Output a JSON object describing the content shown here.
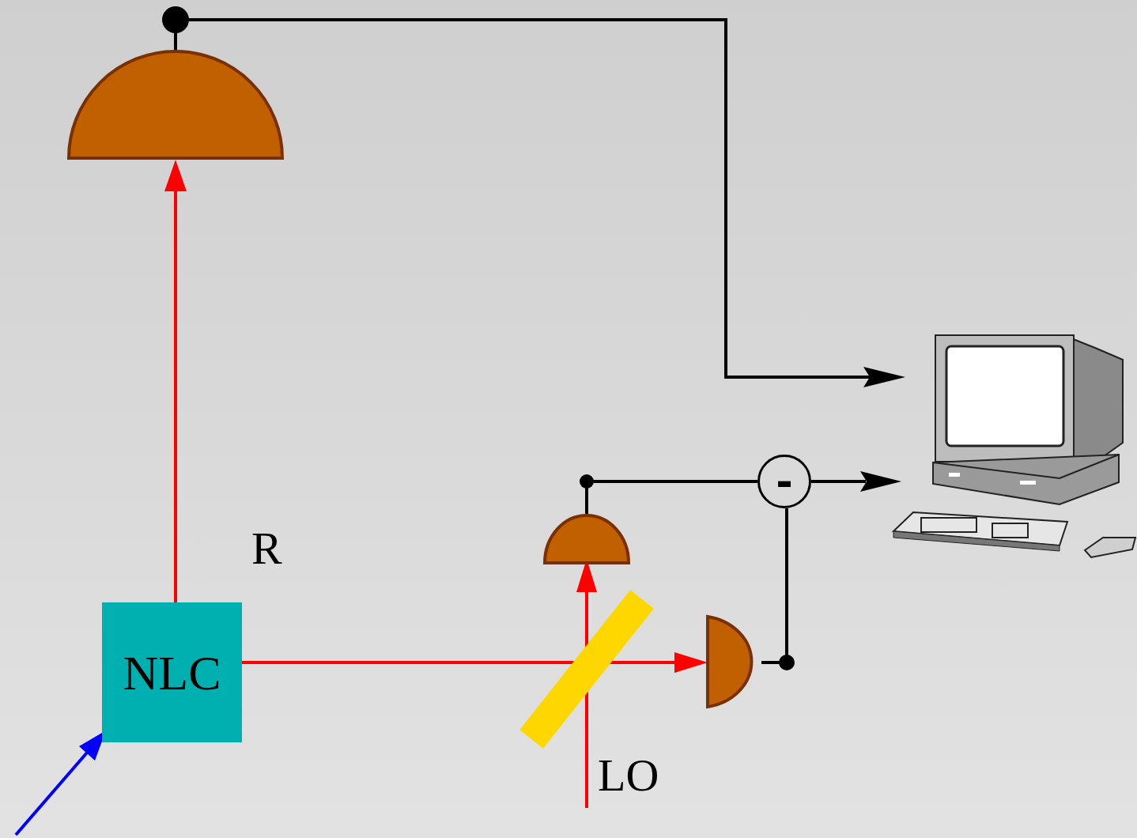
{
  "diagram": {
    "nodes": [
      {
        "text": [
          "NLC"
        ]
      },
      {
        "text": [
          "-"
        ]
      }
    ],
    "labels": [
      "R",
      "LO"
    ]
  }
}
